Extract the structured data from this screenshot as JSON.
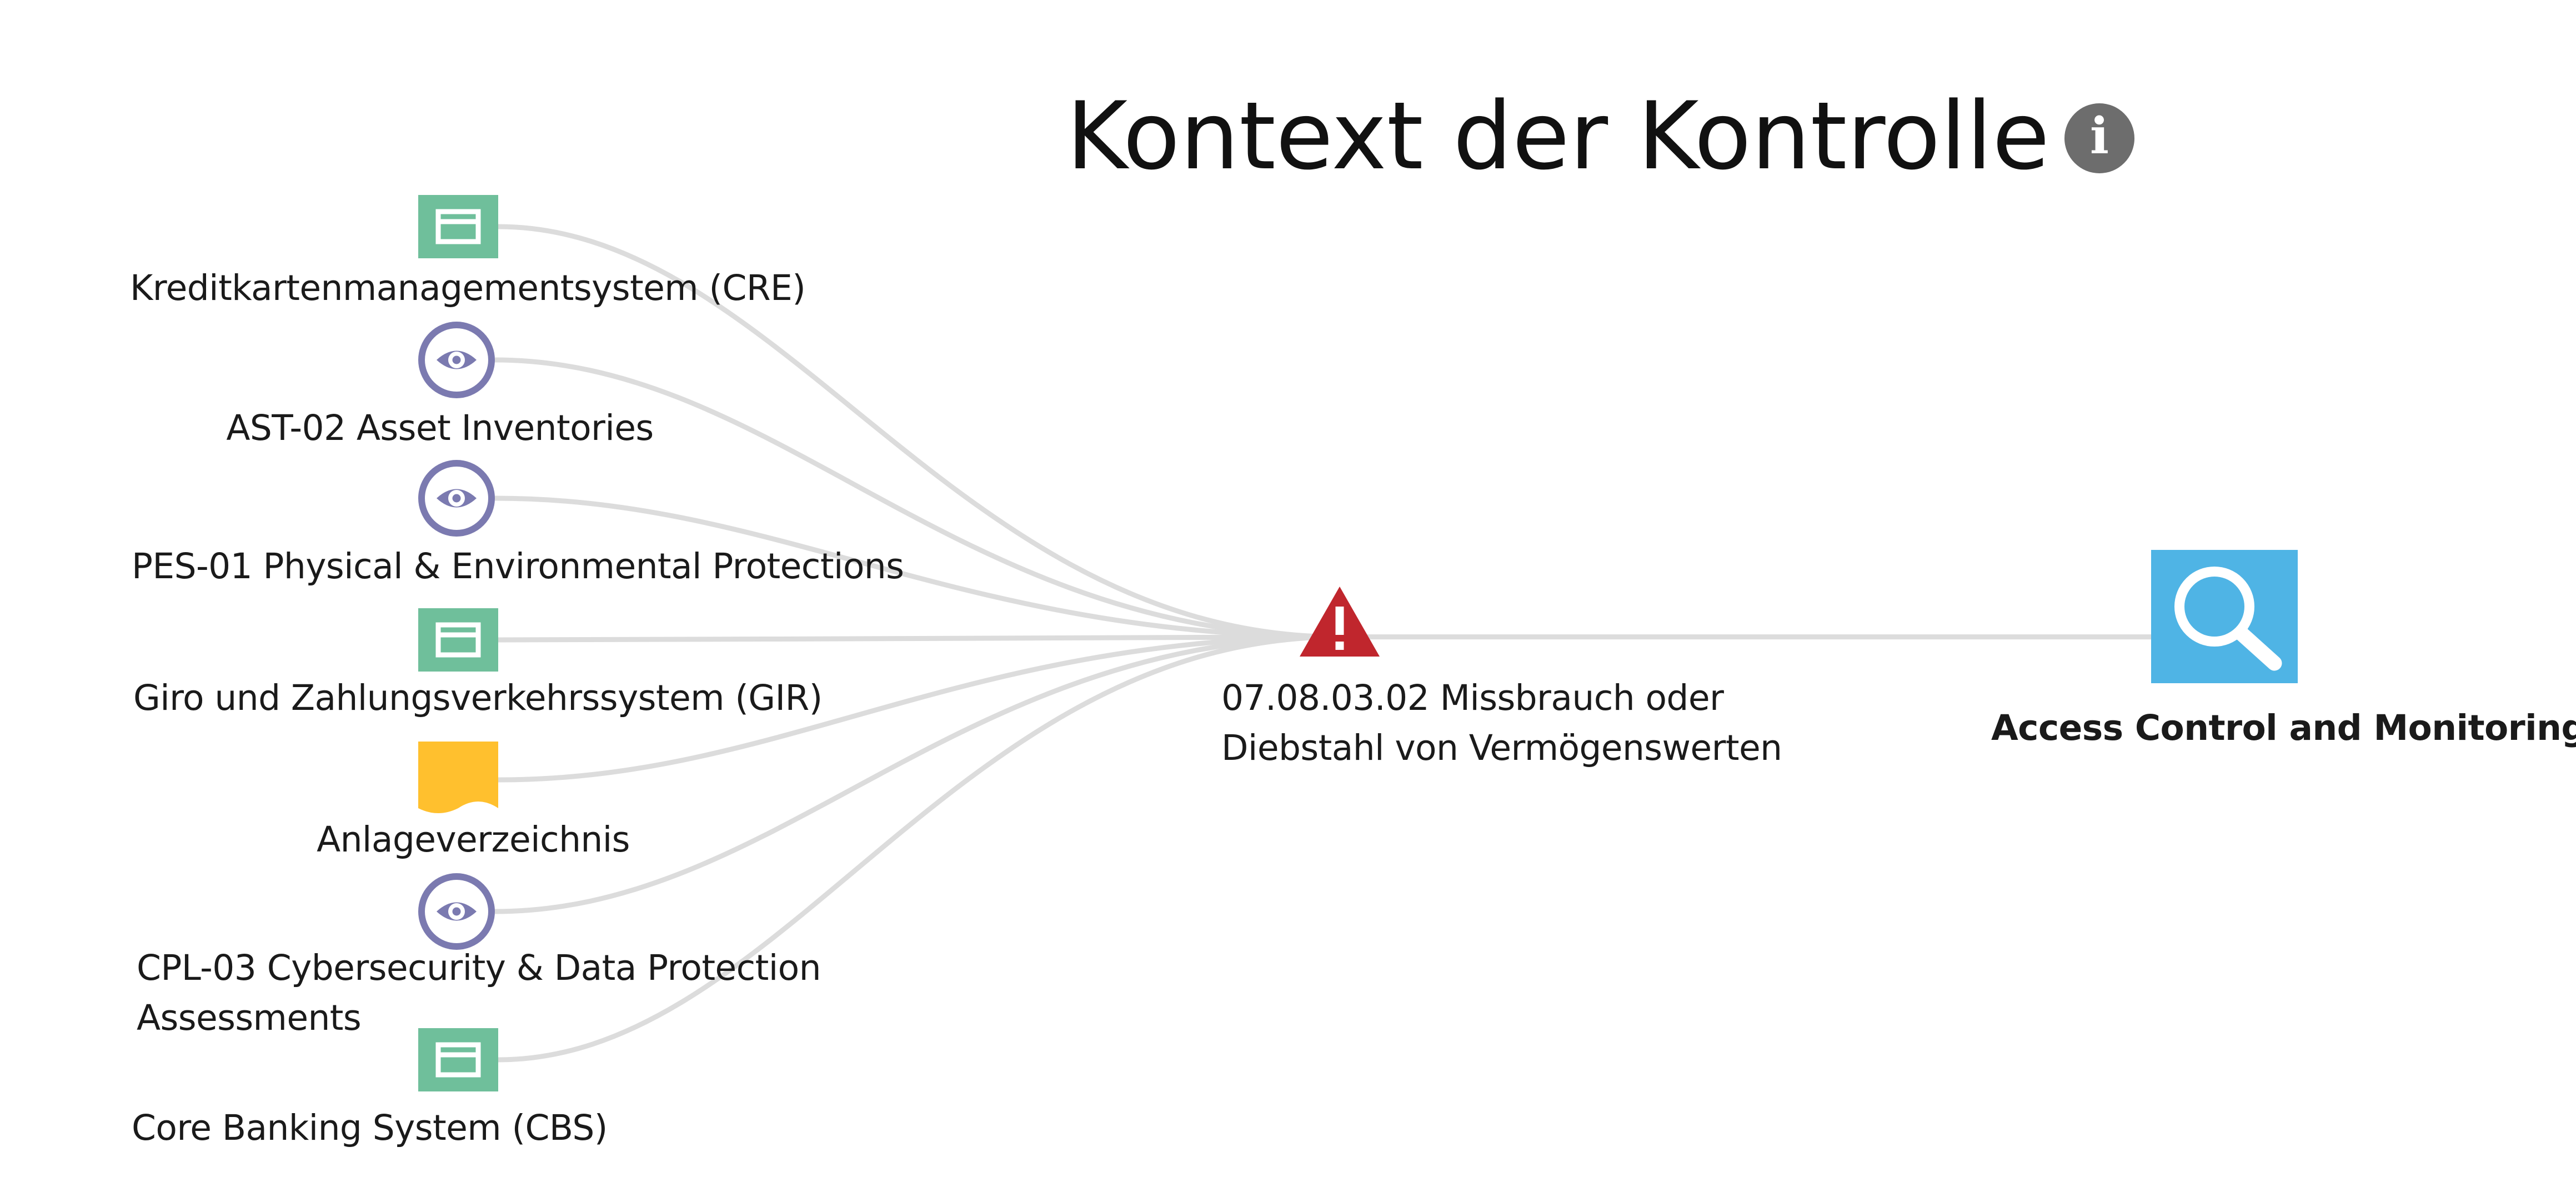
{
  "title": "Kontext der Kontrolle",
  "info_icon_glyph": "i",
  "colors": {
    "system": "#6fbf9b",
    "control": "#7b7ab0",
    "document": "#ffc02e",
    "risk": "#c0262d",
    "process": "#4fb4e5",
    "edge": "#dcdcdc"
  },
  "nodes": {
    "sources": [
      {
        "id": "cre",
        "type": "system",
        "icon": "system-window-icon",
        "label": "Kreditkartenmanagementsystem (CRE)"
      },
      {
        "id": "ast02",
        "type": "control",
        "icon": "eye-icon",
        "label": "AST-02 Asset Inventories"
      },
      {
        "id": "pes01",
        "type": "control",
        "icon": "eye-icon",
        "label": "PES-01 Physical & Environmental Protections"
      },
      {
        "id": "gir",
        "type": "system",
        "icon": "system-window-icon",
        "label": "Giro und Zahlungsverkehrssystem (GIR)"
      },
      {
        "id": "anlage",
        "type": "document",
        "icon": "document-icon",
        "label": "Anlageverzeichnis"
      },
      {
        "id": "cpl03",
        "type": "control",
        "icon": "eye-icon",
        "label_lines": [
          "CPL-03 Cybersecurity & Data Protection",
          "Assessments"
        ]
      },
      {
        "id": "cbs",
        "type": "system",
        "icon": "system-window-icon",
        "label": "Core Banking System (CBS)"
      }
    ],
    "risk": {
      "id": "risk",
      "icon": "warning-triangle-icon",
      "label_lines": [
        "07.08.03.02 Missbrauch oder",
        "Diebstahl von Vermögenswerten"
      ]
    },
    "process": {
      "id": "process",
      "icon": "magnifier-icon",
      "label": "Access Control and Monitoring"
    }
  }
}
